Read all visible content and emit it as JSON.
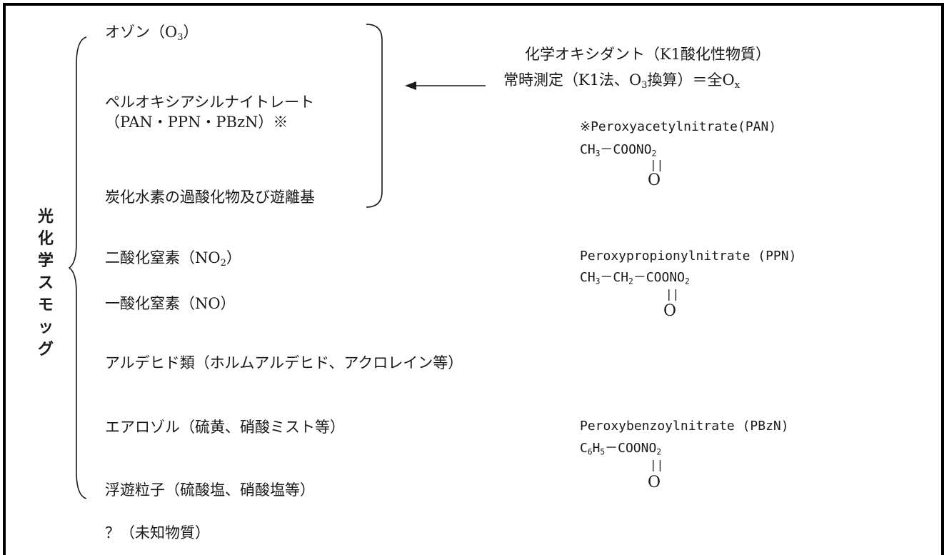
{
  "title_vertical": "光化学スモッグ",
  "title_chars": [
    "光",
    "化",
    "学",
    "ス",
    "モ",
    "ッ",
    "グ"
  ],
  "items": [
    {
      "text": "オゾン（O",
      "sub": "3",
      "after": "）"
    },
    {
      "text": "ペルオキシアシルナイトレート"
    },
    {
      "text": "（PAN・PPN・PBzN）※"
    },
    {
      "text": "炭化水素の過酸化物及び遊離基"
    },
    {
      "text": "二酸化窒素（NO",
      "sub": "2",
      "after": "）"
    },
    {
      "text": "一酸化窒素（NO）"
    },
    {
      "text": "アルデヒド類（ホルムアルデヒド、アクロレイン等）"
    },
    {
      "text": "エアロゾル（硫黄、硝酸ミスト等）"
    },
    {
      "text": "浮遊粒子（硫酸塩、硝酸塩等）"
    },
    {
      "text": "？（未知物質）"
    }
  ],
  "oxidant": {
    "line1": "化学オキシダント（K1酸化性物質）",
    "line2_pre": "常時測定（K1法、O",
    "line2_sub": "3",
    "line2_mid": "換算）＝全O",
    "line2_sub2": "x"
  },
  "formulas": [
    {
      "name": "※Peroxyacetylnitrate(PAN)",
      "formula_a": "CH",
      "formula_a_sub": "3",
      "formula_b": "－COONO",
      "formula_b_sub": "2",
      "double_bond": "||",
      "oxygen": "O"
    },
    {
      "name": "Peroxypropionylnitrate (PPN)",
      "formula_a": "CH",
      "formula_a_sub": "3",
      "formula_b": "－CH",
      "formula_b_sub": "2",
      "formula_c": "－COONO",
      "formula_c_sub": "2",
      "double_bond": "||",
      "oxygen": "O"
    },
    {
      "name": "Peroxybenzoylnitrate (PBzN)",
      "formula_a": "C",
      "formula_a_sub": "6",
      "formula_a2": "H",
      "formula_a2_sub": "5",
      "formula_b": "－COONO",
      "formula_b_sub": "2",
      "double_bond": "||",
      "oxygen": "O"
    }
  ]
}
